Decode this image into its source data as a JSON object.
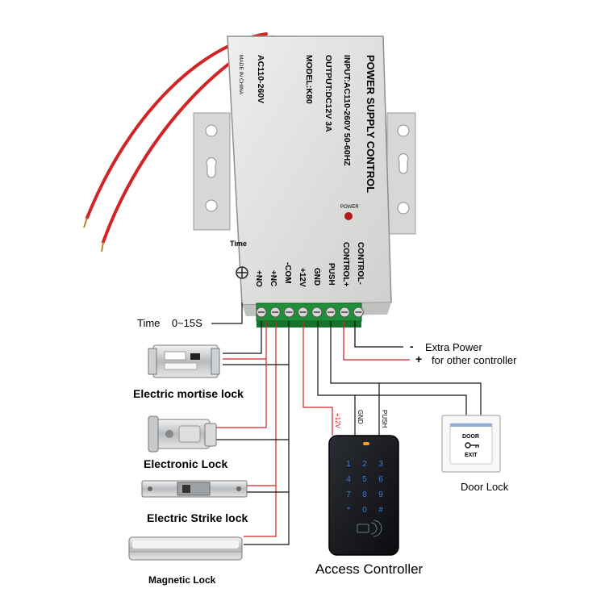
{
  "psu": {
    "title": "POWER SUPPLY CONTROL",
    "input": "INPUT:AC110-260V 50-60HZ",
    "output": "OUTPUT:DC12V 3A",
    "model": "MODEL:K80",
    "ac": "AC110-260V",
    "made_in": "MADE IN CHINA",
    "power_led_label": "POWER",
    "time_label": "Time",
    "terminals": [
      "+NO",
      "+NC",
      "-COM",
      "+12V",
      "GND",
      "PUSH",
      "CONTROL+",
      "CONTROL-"
    ]
  },
  "labels": {
    "time_range": "Time    0~15S",
    "extra_power_minus": "-",
    "extra_power": "Extra Power",
    "extra_power_plus": "+",
    "other_controller": "for other controller",
    "wire_12v": "+12V",
    "wire_gnd": "GND",
    "wire_push": "PUSH"
  },
  "devices": {
    "mortise": "Electric mortise lock",
    "electronic": "Electronic Lock",
    "strike": "Electric Strike lock",
    "magnetic": "Magnetic Lock",
    "access": "Access Controller",
    "door_lock": "Door Lock",
    "door_button_line1": "DOOR",
    "door_button_line2": "EXIT"
  },
  "keypad": {
    "keys": [
      "1",
      "2",
      "3",
      "4",
      "5",
      "6",
      "7",
      "8",
      "9",
      "*",
      "0",
      "#"
    ]
  },
  "colors": {
    "red_wire": "#d22424",
    "black_wire": "#111111",
    "terminal_green": "#1f8f3a",
    "psu_body": "#e2e3e1",
    "keypad_blue": "#3a7bdc"
  }
}
